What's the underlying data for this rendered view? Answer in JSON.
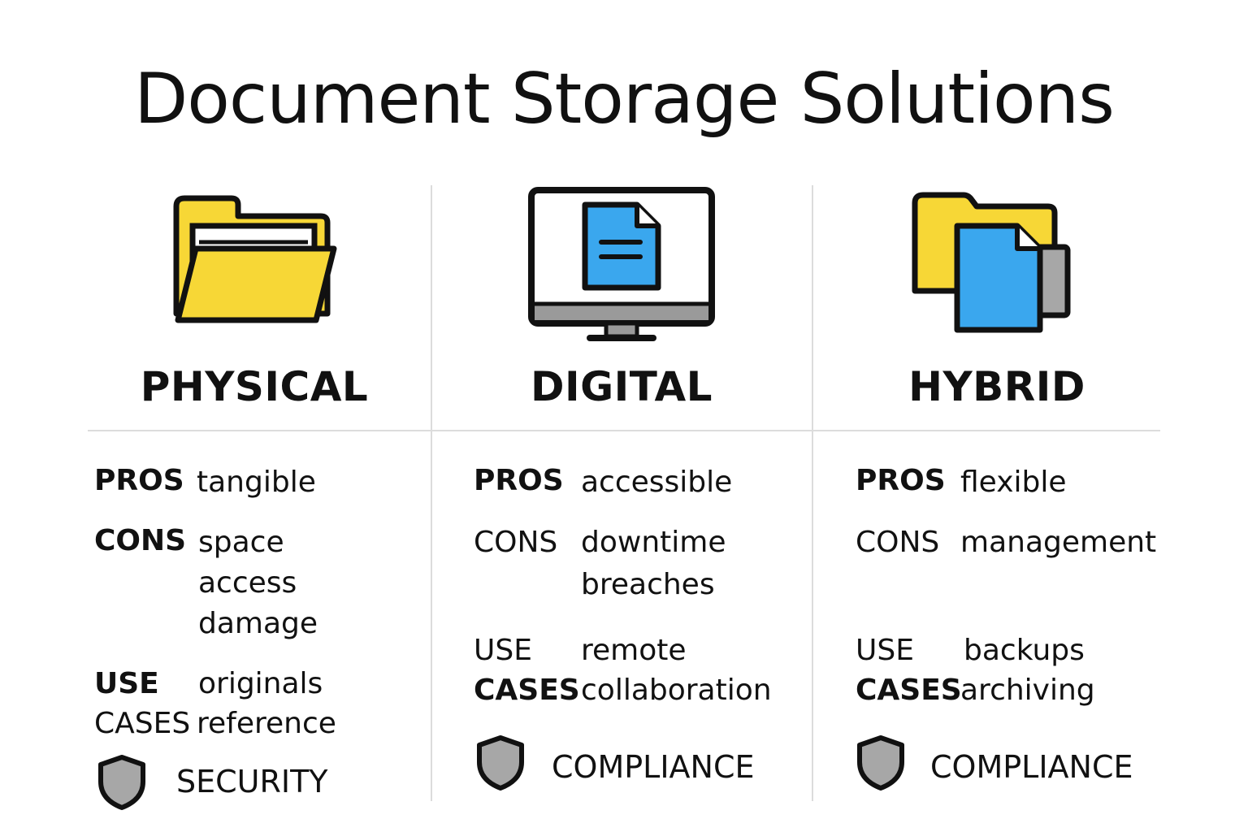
{
  "title": "Document Storage Solutions",
  "colors": {
    "folder": "#f7d736",
    "document": "#3aa7ee",
    "shield": "#a7a7a7",
    "outline": "#111111",
    "divider": "#dcdcdc"
  },
  "columns": [
    {
      "name": "PHYSICAL",
      "icon": "folder-icon",
      "pros_label": "PROS",
      "pros": [
        "tangible"
      ],
      "cons_label": "CONS",
      "cons": [
        "space",
        "access",
        "damage"
      ],
      "use_label_1": "USE",
      "use_label_2": "CASES",
      "use_cases": [
        "originals",
        "reference"
      ],
      "badge_icon": "shield-icon",
      "badge": "SECURITY"
    },
    {
      "name": "DIGITAL",
      "icon": "monitor-document-icon",
      "pros_label": "PROS",
      "pros": [
        "accessible"
      ],
      "cons_label": "CONS",
      "cons": [
        "downtime",
        "breaches"
      ],
      "use_label_1": "USE",
      "use_label_2": "CASES",
      "use_cases": [
        "remote",
        "collaboration"
      ],
      "badge_icon": "shield-icon",
      "badge": "COMPLIANCE"
    },
    {
      "name": "HYBRID",
      "icon": "folder-document-icon",
      "pros_label": "PROS",
      "pros": [
        "flexible"
      ],
      "cons_label": "CONS",
      "cons": [
        "management"
      ],
      "use_label_1": "USE",
      "use_label_2": "CASES",
      "use_cases": [
        "backups",
        "archiving"
      ],
      "badge_icon": "shield-icon",
      "badge": "COMPLIANCE"
    }
  ]
}
